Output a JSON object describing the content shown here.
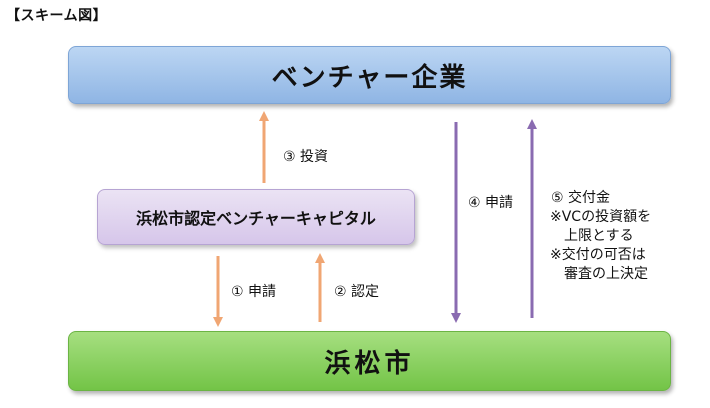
{
  "header": {
    "title": "【スキーム図】"
  },
  "nodes": {
    "venture": "ベンチャー企業",
    "vc": "浜松市認定ベンチャーキャピタル",
    "city": "浜松市"
  },
  "flows": {
    "investment": "③ 投資",
    "vc_application": "① 申請",
    "certification": "② 認定",
    "venture_application": "④ 申請",
    "grant_title": "⑤ 交付金",
    "grant_note_1": "※VCの投資額を",
    "grant_note_2": "上限とする",
    "grant_note_3": "※交付の可否は",
    "grant_note_4": "審査の上決定"
  },
  "colors": {
    "orange_arrow": "#f0a673",
    "purple_arrow": "#8a6bb1",
    "venture_fill": "#a7c6ec",
    "vc_fill": "#e0d6ef",
    "city_fill": "#86d05a"
  }
}
